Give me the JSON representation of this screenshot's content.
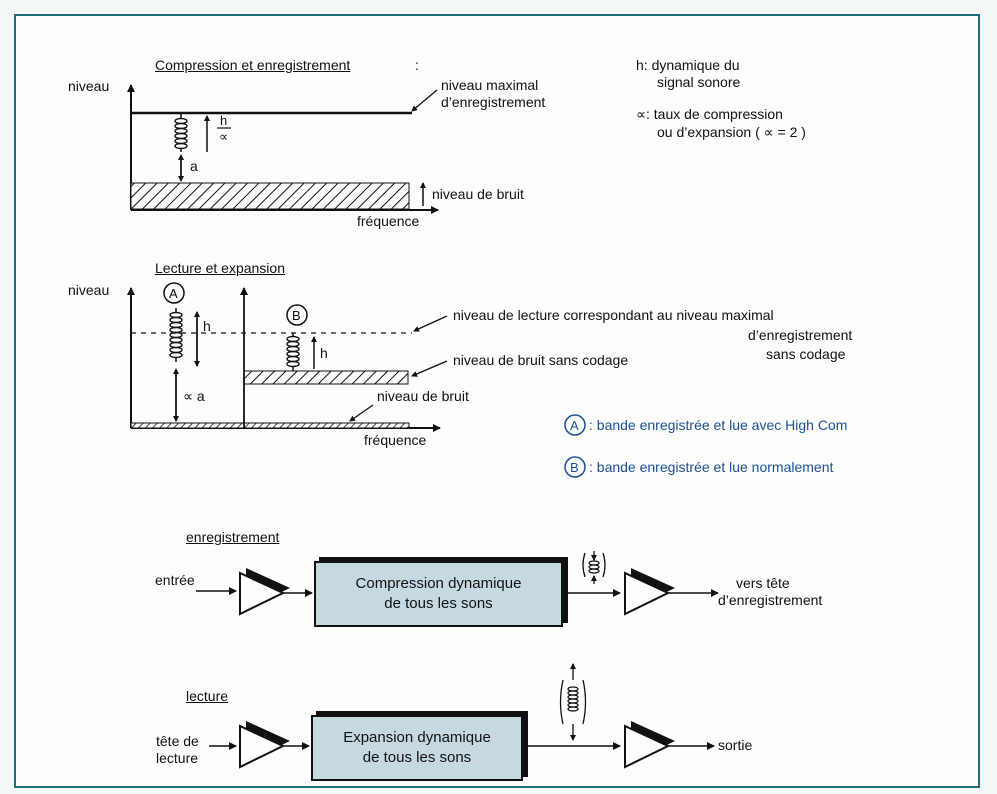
{
  "top": {
    "title": "Compression et enregistrement",
    "title_colon": ":",
    "y_label": "niveau",
    "max_label_1": "niveau maximal",
    "max_label_2": "d’enregistrement",
    "h_frac_num": "h",
    "h_frac_den": "∝",
    "a_label": "a",
    "noise_label": "niveau de bruit",
    "x_label": "fréquence"
  },
  "legend": {
    "h_def_1": "h: dynamique du",
    "h_def_2": "signal sonore",
    "alpha_def_1": "∝: taux de compression",
    "alpha_def_2": "ou d’expansion ( ∝ = 2 )"
  },
  "middle": {
    "title": "Lecture et expansion",
    "y_label": "niveau",
    "marker_a": "A",
    "marker_b": "B",
    "h_label_a": "h",
    "h_label_b": "h",
    "alpha_a_label": "∝ a",
    "lecture_label_1": "niveau de lecture correspondant au niveau maximal",
    "lecture_label_2": "d’enregistrement",
    "lecture_label_3": "sans codage",
    "noise_nocode_label": "niveau de bruit sans codage",
    "noise_label": "niveau de bruit",
    "x_label": "fréquence",
    "legend_a_marker": "A",
    "legend_a_text": ": bande enregistrée et lue avec High Com",
    "legend_b_marker": "B",
    "legend_b_text": ": bande enregistrée et lue normalement"
  },
  "record_chain": {
    "title": "enregistrement",
    "input": "entrée",
    "box_1": "Compression dynamique",
    "box_2": "de tous les sons",
    "output_1": "vers tête",
    "output_2": "d’enregistrement"
  },
  "play_chain": {
    "title": "lecture",
    "input_1": "tête de",
    "input_2": "lecture",
    "box_1": "Expansion dynamique",
    "box_2": "de tous les sons",
    "output": "sortie"
  },
  "colors": {
    "frame": "#1f6f78",
    "box_fill": "#c6d9e0",
    "legend_text": "#1a4f96"
  }
}
